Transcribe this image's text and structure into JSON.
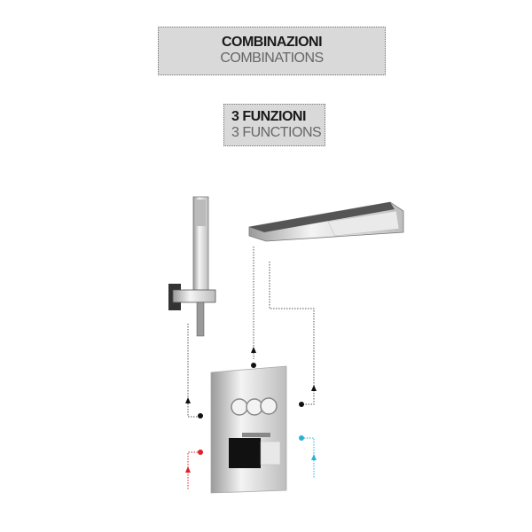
{
  "header": {
    "title_it": "COMBINAZIONI",
    "title_en": "COMBINATIONS"
  },
  "subheader": {
    "title_it": "3 FUNZIONI",
    "title_en": "3 FUNCTIONS"
  },
  "colors": {
    "hot": "#e0202a",
    "cold": "#2bb0d8",
    "line": "#555555",
    "box": "#d9d9da"
  }
}
